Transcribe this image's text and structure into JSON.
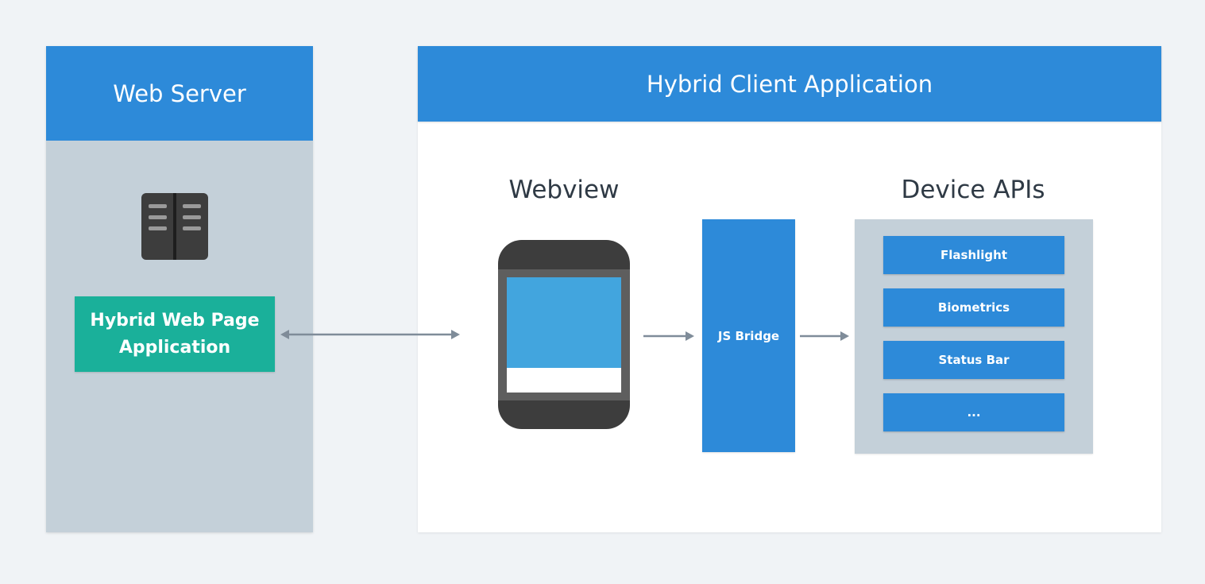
{
  "web_server": {
    "title": "Web Server",
    "icon": "server-icon",
    "app_box": {
      "line1": "Hybrid Web Page",
      "line2": "Application"
    }
  },
  "hybrid_client": {
    "title": "Hybrid Client Application",
    "webview_label": "Webview",
    "phone_icon": "mobile-phone-icon",
    "js_bridge_label": "JS Bridge",
    "device_apis_label": "Device APIs",
    "device_apis": [
      "Flashlight",
      "Biometrics",
      "Status Bar",
      "..."
    ]
  },
  "colors": {
    "background": "#f0f3f6",
    "header_blue": "#2d8ad9",
    "panel_gray": "#c4d0d9",
    "teal": "#1ab09a",
    "arrow": "#7f8c99"
  }
}
